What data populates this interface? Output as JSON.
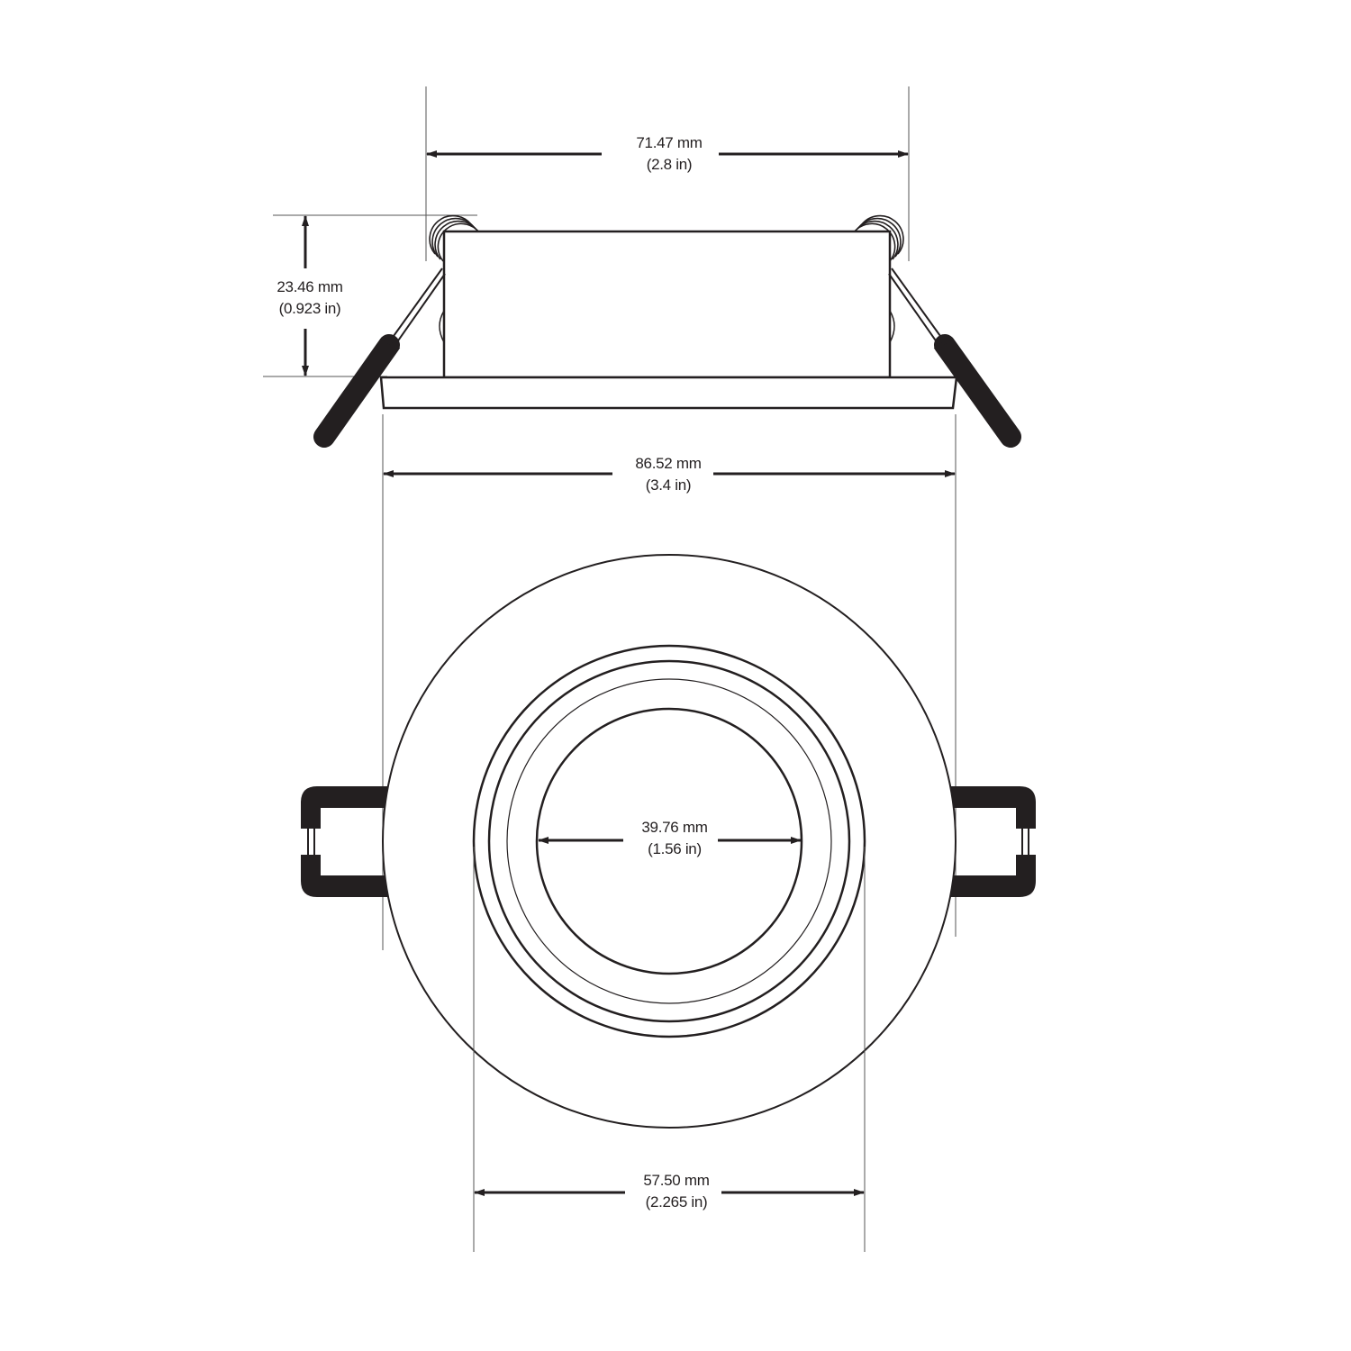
{
  "drawing": {
    "title": "Recessed downlight dimension drawing",
    "views": [
      "side-view",
      "top-view"
    ],
    "colors": {
      "line": "#231f20",
      "thin_line": "#555555",
      "fill_dark": "#231f20",
      "background": "#ffffff"
    }
  },
  "dimensions": {
    "housing_width": {
      "mm": "71.47 mm",
      "in": "(2.8 in)"
    },
    "height": {
      "mm": "23.46 mm",
      "in": "(0.923 in)"
    },
    "trim_diameter": {
      "mm": "86.52 mm",
      "in": "(3.4 in)"
    },
    "aperture_diameter": {
      "mm": "39.76 mm",
      "in": "(1.56 in)"
    },
    "cutout_diameter": {
      "mm": "57.50 mm",
      "in": "(2.265 in)"
    }
  }
}
